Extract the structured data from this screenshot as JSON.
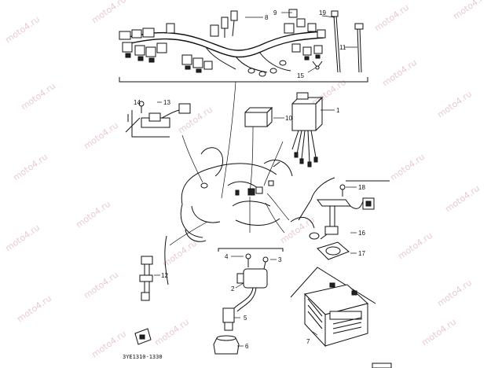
{
  "watermark": "moto4.ru",
  "part_code": "3YE1310-1330",
  "callouts": {
    "p1": "1",
    "p2": "2",
    "p3": "3",
    "p4": "4",
    "p5": "5",
    "p6": "6",
    "p7": "7",
    "p8": "8",
    "p9": "9",
    "p10": "10",
    "p11": "11",
    "p12": "12",
    "p13": "13",
    "p14": "14",
    "p15": "15",
    "p16": "16",
    "p17": "17",
    "p18": "18",
    "p19": "19"
  }
}
